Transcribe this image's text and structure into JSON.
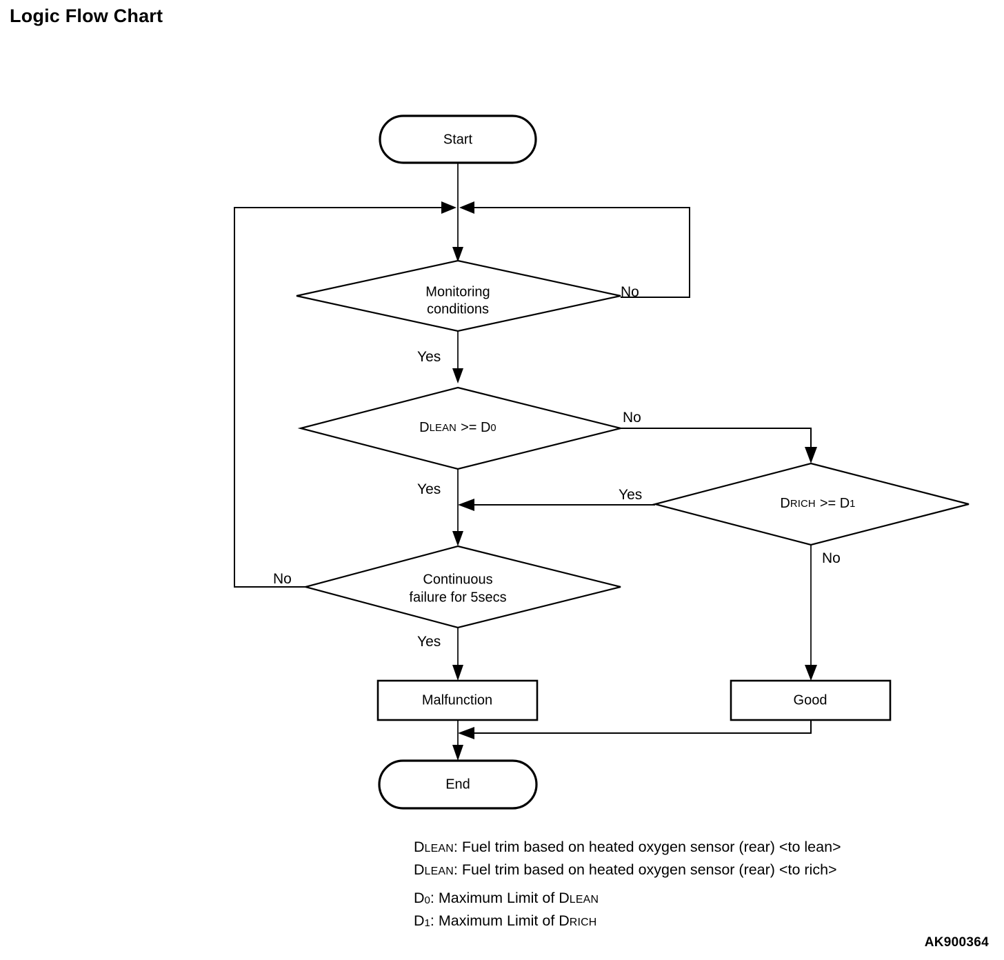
{
  "page": {
    "title": "Logic Flow Chart",
    "doc_code": "AK900364",
    "background_color": "#ffffff",
    "line_color": "#000000"
  },
  "chart_data": {
    "type": "diagram",
    "diagram_kind": "flowchart",
    "title": "Logic Flow Chart",
    "nodes": [
      {
        "id": "start",
        "shape": "terminator",
        "label": "Start"
      },
      {
        "id": "monitoring",
        "shape": "decision",
        "label_line1": "Monitoring",
        "label_line2": "conditions"
      },
      {
        "id": "dlean",
        "shape": "decision",
        "label_main": "D",
        "label_sub1": "LEAN",
        "label_op": " >= D",
        "label_sub2": "0"
      },
      {
        "id": "drich",
        "shape": "decision",
        "label_main": "D",
        "label_sub1": "RICH",
        "label_op": " >= D",
        "label_sub2": "1"
      },
      {
        "id": "continuous",
        "shape": "decision",
        "label_line1": "Continuous",
        "label_line2": "failure for 5secs"
      },
      {
        "id": "malfunction",
        "shape": "process",
        "label": "Malfunction"
      },
      {
        "id": "good",
        "shape": "process",
        "label": "Good"
      },
      {
        "id": "end",
        "shape": "terminator",
        "label": "End"
      }
    ],
    "edges": [
      {
        "from": "start",
        "to": "monitoring",
        "label": ""
      },
      {
        "from": "monitoring",
        "to": "monitoring",
        "label": "No",
        "note": "loops back above decision"
      },
      {
        "from": "monitoring",
        "to": "dlean",
        "label": "Yes"
      },
      {
        "from": "dlean",
        "to": "continuous",
        "label": "Yes"
      },
      {
        "from": "dlean",
        "to": "drich",
        "label": "No"
      },
      {
        "from": "drich",
        "to": "continuous",
        "label": "Yes"
      },
      {
        "from": "drich",
        "to": "good",
        "label": "No"
      },
      {
        "from": "continuous",
        "to": "malfunction",
        "label": "Yes"
      },
      {
        "from": "continuous",
        "to": "monitoring",
        "label": "No",
        "note": "loops back above decision"
      },
      {
        "from": "malfunction",
        "to": "end",
        "label": ""
      },
      {
        "from": "good",
        "to": "end",
        "label": ""
      }
    ]
  },
  "nodes": {
    "start": {
      "label": "Start"
    },
    "monitoring": {
      "line1": "Monitoring",
      "line2": "conditions"
    },
    "dlean": {
      "d": "D",
      "lean": "LEAN",
      "op": ">= D",
      "zero": "0"
    },
    "drich": {
      "d": "D",
      "rich": "RICH",
      "op": ">= D",
      "one": "1"
    },
    "continuous": {
      "line1": "Continuous",
      "line2": "failure for 5secs"
    },
    "malfunction": {
      "label": "Malfunction"
    },
    "good": {
      "label": "Good"
    },
    "end": {
      "label": "End"
    }
  },
  "branch_labels": {
    "monitoring_no": "No",
    "monitoring_yes": "Yes",
    "dlean_no": "No",
    "dlean_yes": "Yes",
    "drich_yes": "Yes",
    "drich_no": "No",
    "continuous_no": "No",
    "continuous_yes": "Yes"
  },
  "legend": {
    "line1": {
      "d": "D",
      "sub": "LEAN",
      "text": ": Fuel trim based on heated oxygen sensor (rear) <to lean>"
    },
    "line2": {
      "d": "D",
      "sub": "LEAN",
      "text": ": Fuel trim based on heated oxygen sensor (rear) <to rich>"
    },
    "line3": {
      "d": "D",
      "sub": "0",
      "text": ": Maximum Limit of D",
      "tail_sub": "LEAN"
    },
    "line4": {
      "d": "D",
      "sub": "1",
      "text": ": Maximum Limit of D",
      "tail_sub": "RICH"
    }
  }
}
